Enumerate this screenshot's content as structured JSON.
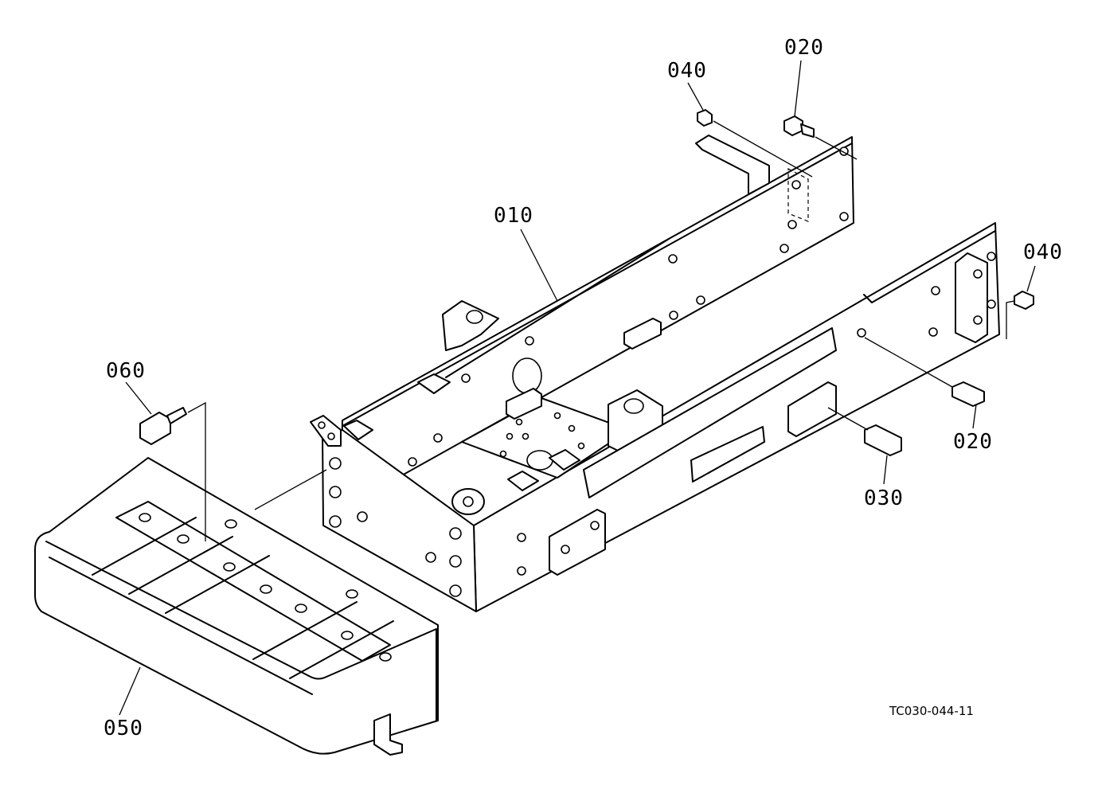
{
  "diagram": {
    "labels": {
      "p010": "010",
      "p020_top": "020",
      "p020_right": "020",
      "p030": "030",
      "p040_top": "040",
      "p040_right": "040",
      "p050": "050",
      "p060": "060"
    },
    "drawing_code": "TC030-044-11"
  }
}
